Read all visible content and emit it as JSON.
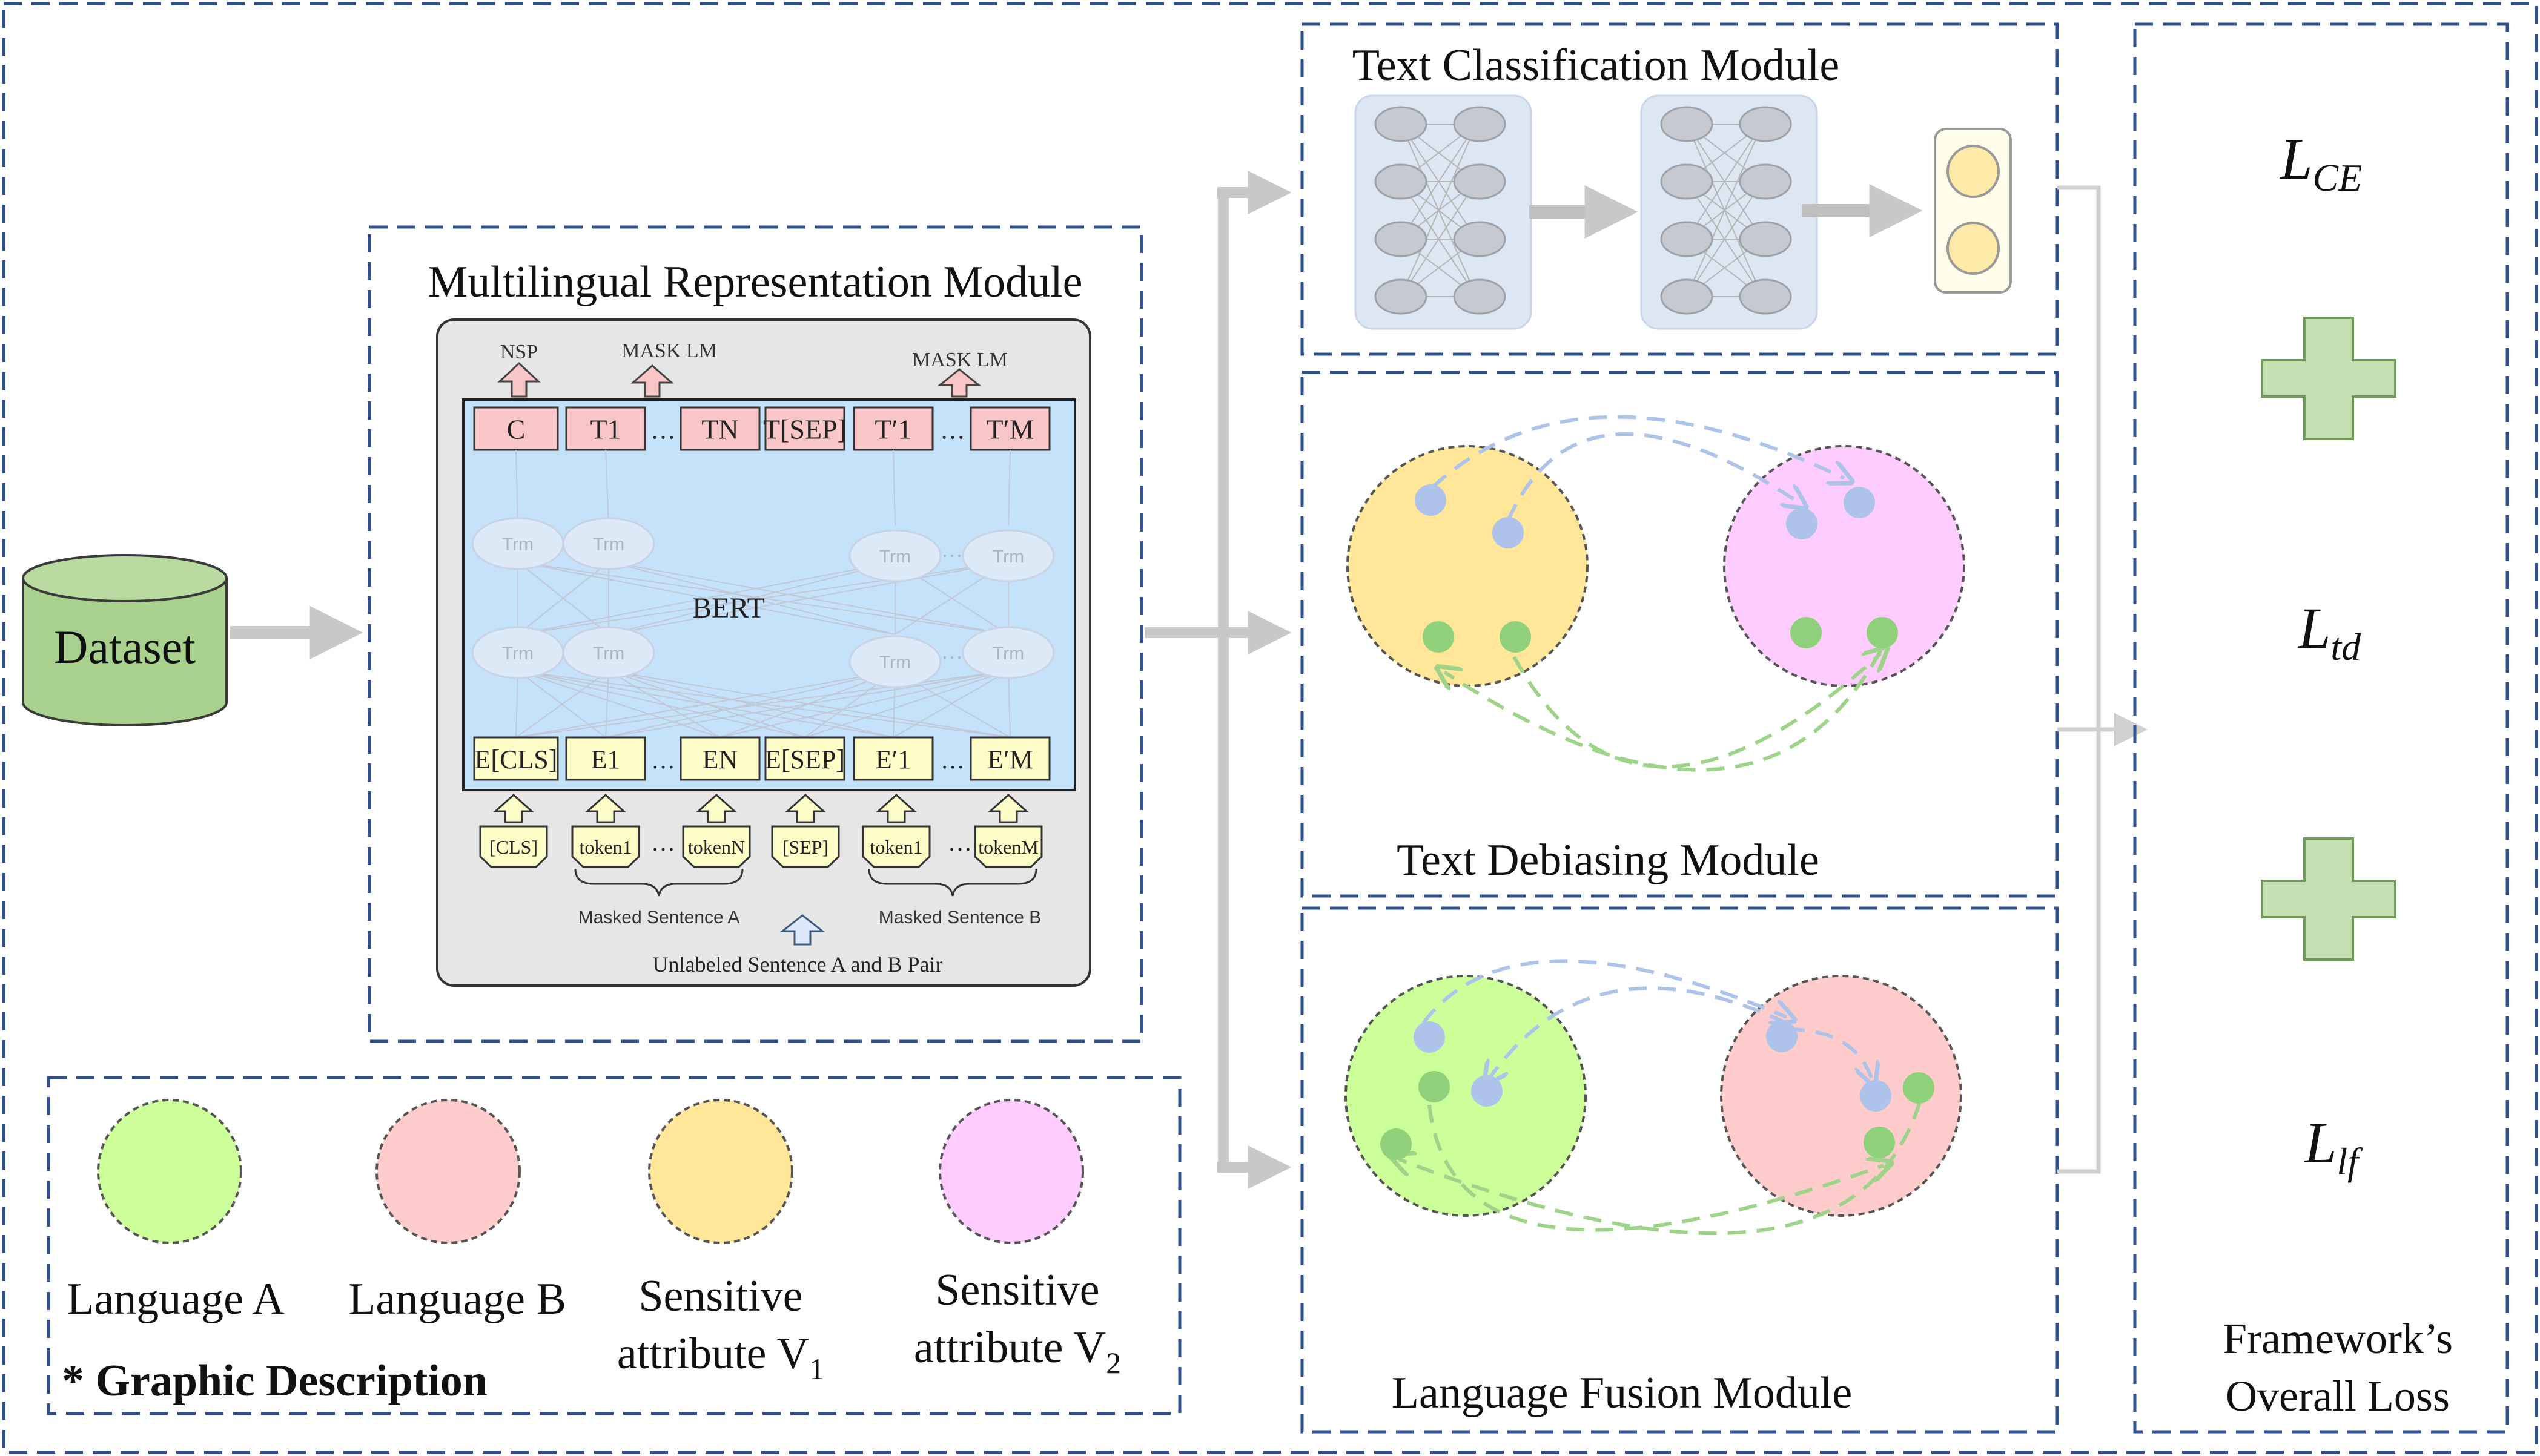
{
  "title_labels": {
    "multilingual": "Multilingual Representation Module",
    "classification": "Text Classification Module",
    "debiasing": "Text Debiasing Module",
    "fusion": "Language Fusion Module",
    "overall_loss_line1": "Framework’s",
    "overall_loss_line2": "Overall Loss"
  },
  "dataset": {
    "label": "Dataset"
  },
  "bert": {
    "center_label": "BERT",
    "top_labels": {
      "nsp": "NSP",
      "mask_lm_1": "MASK LM",
      "mask_lm_2": "MASK LM"
    },
    "output_tokens": [
      "C",
      "T1",
      "…",
      "TN",
      "T[SEP]",
      "T′1",
      "…",
      "T′M"
    ],
    "trm_label": "Trm",
    "embedding_tokens": [
      "E[CLS]",
      "E1",
      "…",
      "EN",
      "E[SEP]",
      "E′1",
      "…",
      "E′M"
    ],
    "input_tokens": [
      "[CLS]",
      "token1",
      "…",
      "tokenN",
      "[SEP]",
      "token1",
      "…",
      "tokenM"
    ],
    "masked_a": "Masked Sentence A",
    "masked_b": "Masked Sentence B",
    "bottom_label": "Unlabeled Sentence A and B Pair"
  },
  "losses": {
    "ce_main": "L",
    "ce_sub": "CE",
    "td_main": "L",
    "td_sub": "td",
    "lf_main": "L",
    "lf_sub": "lf"
  },
  "legend": {
    "heading": "* Graphic Description",
    "items": [
      {
        "label1": "Language A",
        "label2": "",
        "sub": "",
        "color": "#ccff99"
      },
      {
        "label1": "Language B",
        "label2": "",
        "sub": "",
        "color": "#ffcccc"
      },
      {
        "label1": "Sensitive",
        "label2": "attribute V",
        "sub": "1",
        "color": "#ffe699"
      },
      {
        "label1": "Sensitive",
        "label2": "attribute V",
        "sub": "2",
        "color": "#ffccff"
      }
    ]
  },
  "colors": {
    "frame": "#2f4f8f",
    "arrow": "#c8c8c8",
    "bert_panel": "#c5e2fb",
    "token_pink": "#f8c6c6",
    "token_yellow": "#fdfdc8",
    "dot_blue": "#aec3ea",
    "dot_green": "#8fd17a",
    "plus": "#c5e0b3"
  }
}
